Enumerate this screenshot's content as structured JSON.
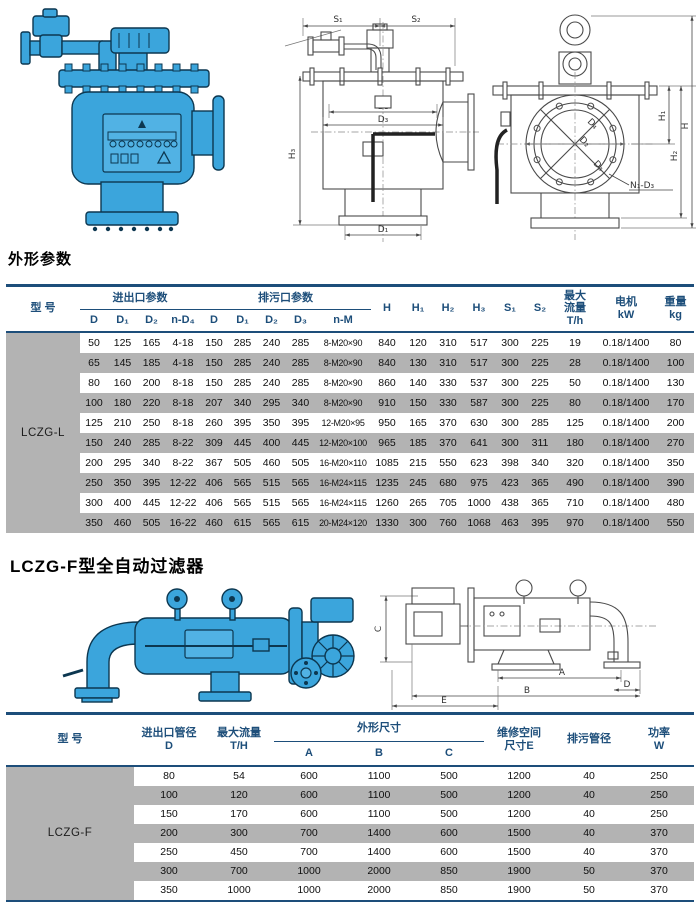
{
  "sections": {
    "dimensions_title": "外形参数",
    "lczgf_title": "LCZG-F型全自动过滤器"
  },
  "colors": {
    "navy": "#1d4e7a",
    "row_gray": "#b3b3b3",
    "product_blue": "#3ba5dc"
  },
  "drawing_side": {
    "s1": "S₁",
    "s2": "S₂",
    "h3": "H₃",
    "d2": "D₂",
    "d3": "D₃",
    "d1": "D₁"
  },
  "drawing_front": {
    "h1": "H₁",
    "h2": "H₂",
    "h": "H",
    "n1d3": "N₁-D₃",
    "d4": "D₄",
    "d2": "D₂",
    "d3": "D₃"
  },
  "drawing_lczgf": {
    "a": "A",
    "b": "B",
    "c": "C",
    "d": "D",
    "e": "E"
  },
  "table1": {
    "headers": {
      "model": "型 号",
      "inlet_group": "进出口参数",
      "inlet_cols": [
        "D",
        "D₁",
        "D₂",
        "n-D₄"
      ],
      "drain_group": "排污口参数",
      "drain_cols": [
        "D",
        "D₁",
        "D₂",
        "D₃",
        "n-M"
      ],
      "dims": [
        "H",
        "H₁",
        "H₂",
        "H₃",
        "S₁",
        "S₂"
      ],
      "flow": "最大\n流量\nT/h",
      "motor": "电机\nkW",
      "weight": "重量\nkg"
    },
    "model": "LCZG-L",
    "rows": [
      [
        "50",
        "125",
        "165",
        "4-18",
        "150",
        "285",
        "240",
        "285",
        "8-M20×90",
        "840",
        "120",
        "310",
        "517",
        "300",
        "225",
        "19",
        "0.18/1400",
        "80"
      ],
      [
        "65",
        "145",
        "185",
        "4-18",
        "150",
        "285",
        "240",
        "285",
        "8-M20×90",
        "840",
        "130",
        "310",
        "517",
        "300",
        "225",
        "28",
        "0.18/1400",
        "100"
      ],
      [
        "80",
        "160",
        "200",
        "8-18",
        "150",
        "285",
        "240",
        "285",
        "8-M20×90",
        "860",
        "140",
        "330",
        "537",
        "300",
        "225",
        "50",
        "0.18/1400",
        "130"
      ],
      [
        "100",
        "180",
        "220",
        "8-18",
        "207",
        "340",
        "295",
        "340",
        "8-M20×90",
        "910",
        "150",
        "330",
        "587",
        "300",
        "225",
        "80",
        "0.18/1400",
        "170"
      ],
      [
        "125",
        "210",
        "250",
        "8-18",
        "260",
        "395",
        "350",
        "395",
        "12-M20×95",
        "950",
        "165",
        "370",
        "630",
        "300",
        "285",
        "125",
        "0.18/1400",
        "200"
      ],
      [
        "150",
        "240",
        "285",
        "8-22",
        "309",
        "445",
        "400",
        "445",
        "12-M20×100",
        "965",
        "185",
        "370",
        "641",
        "300",
        "311",
        "180",
        "0.18/1400",
        "270"
      ],
      [
        "200",
        "295",
        "340",
        "8-22",
        "367",
        "505",
        "460",
        "505",
        "16-M20×110",
        "1085",
        "215",
        "550",
        "623",
        "398",
        "340",
        "320",
        "0.18/1400",
        "350"
      ],
      [
        "250",
        "350",
        "395",
        "12-22",
        "406",
        "565",
        "515",
        "565",
        "16-M24×115",
        "1235",
        "245",
        "680",
        "975",
        "423",
        "365",
        "490",
        "0.18/1400",
        "390"
      ],
      [
        "300",
        "400",
        "445",
        "12-22",
        "406",
        "565",
        "515",
        "565",
        "16-M24×115",
        "1260",
        "265",
        "705",
        "1000",
        "438",
        "365",
        "710",
        "0.18/1400",
        "480"
      ],
      [
        "350",
        "460",
        "505",
        "16-22",
        "460",
        "615",
        "565",
        "615",
        "20-M24×120",
        "1330",
        "300",
        "760",
        "1068",
        "463",
        "395",
        "970",
        "0.18/1400",
        "550"
      ]
    ]
  },
  "table2": {
    "headers": {
      "model": "型 号",
      "pipe": "进出口管径\nD",
      "flow": "最大流量\nT/H",
      "size_group": "外形尺寸",
      "size_cols": [
        "A",
        "B",
        "C"
      ],
      "space": "维修空间\n尺寸E",
      "drain": "排污管径",
      "power": "功率\nW"
    },
    "model": "LCZG-F",
    "rows": [
      [
        "80",
        "54",
        "600",
        "1100",
        "500",
        "1200",
        "40",
        "250"
      ],
      [
        "100",
        "120",
        "600",
        "1100",
        "500",
        "1200",
        "40",
        "250"
      ],
      [
        "150",
        "170",
        "600",
        "1100",
        "500",
        "1200",
        "40",
        "250"
      ],
      [
        "200",
        "300",
        "700",
        "1400",
        "600",
        "1500",
        "40",
        "370"
      ],
      [
        "250",
        "450",
        "700",
        "1400",
        "600",
        "1500",
        "40",
        "370"
      ],
      [
        "300",
        "700",
        "1000",
        "2000",
        "850",
        "1900",
        "50",
        "370"
      ],
      [
        "350",
        "1000",
        "1000",
        "2000",
        "850",
        "1900",
        "50",
        "370"
      ]
    ]
  }
}
